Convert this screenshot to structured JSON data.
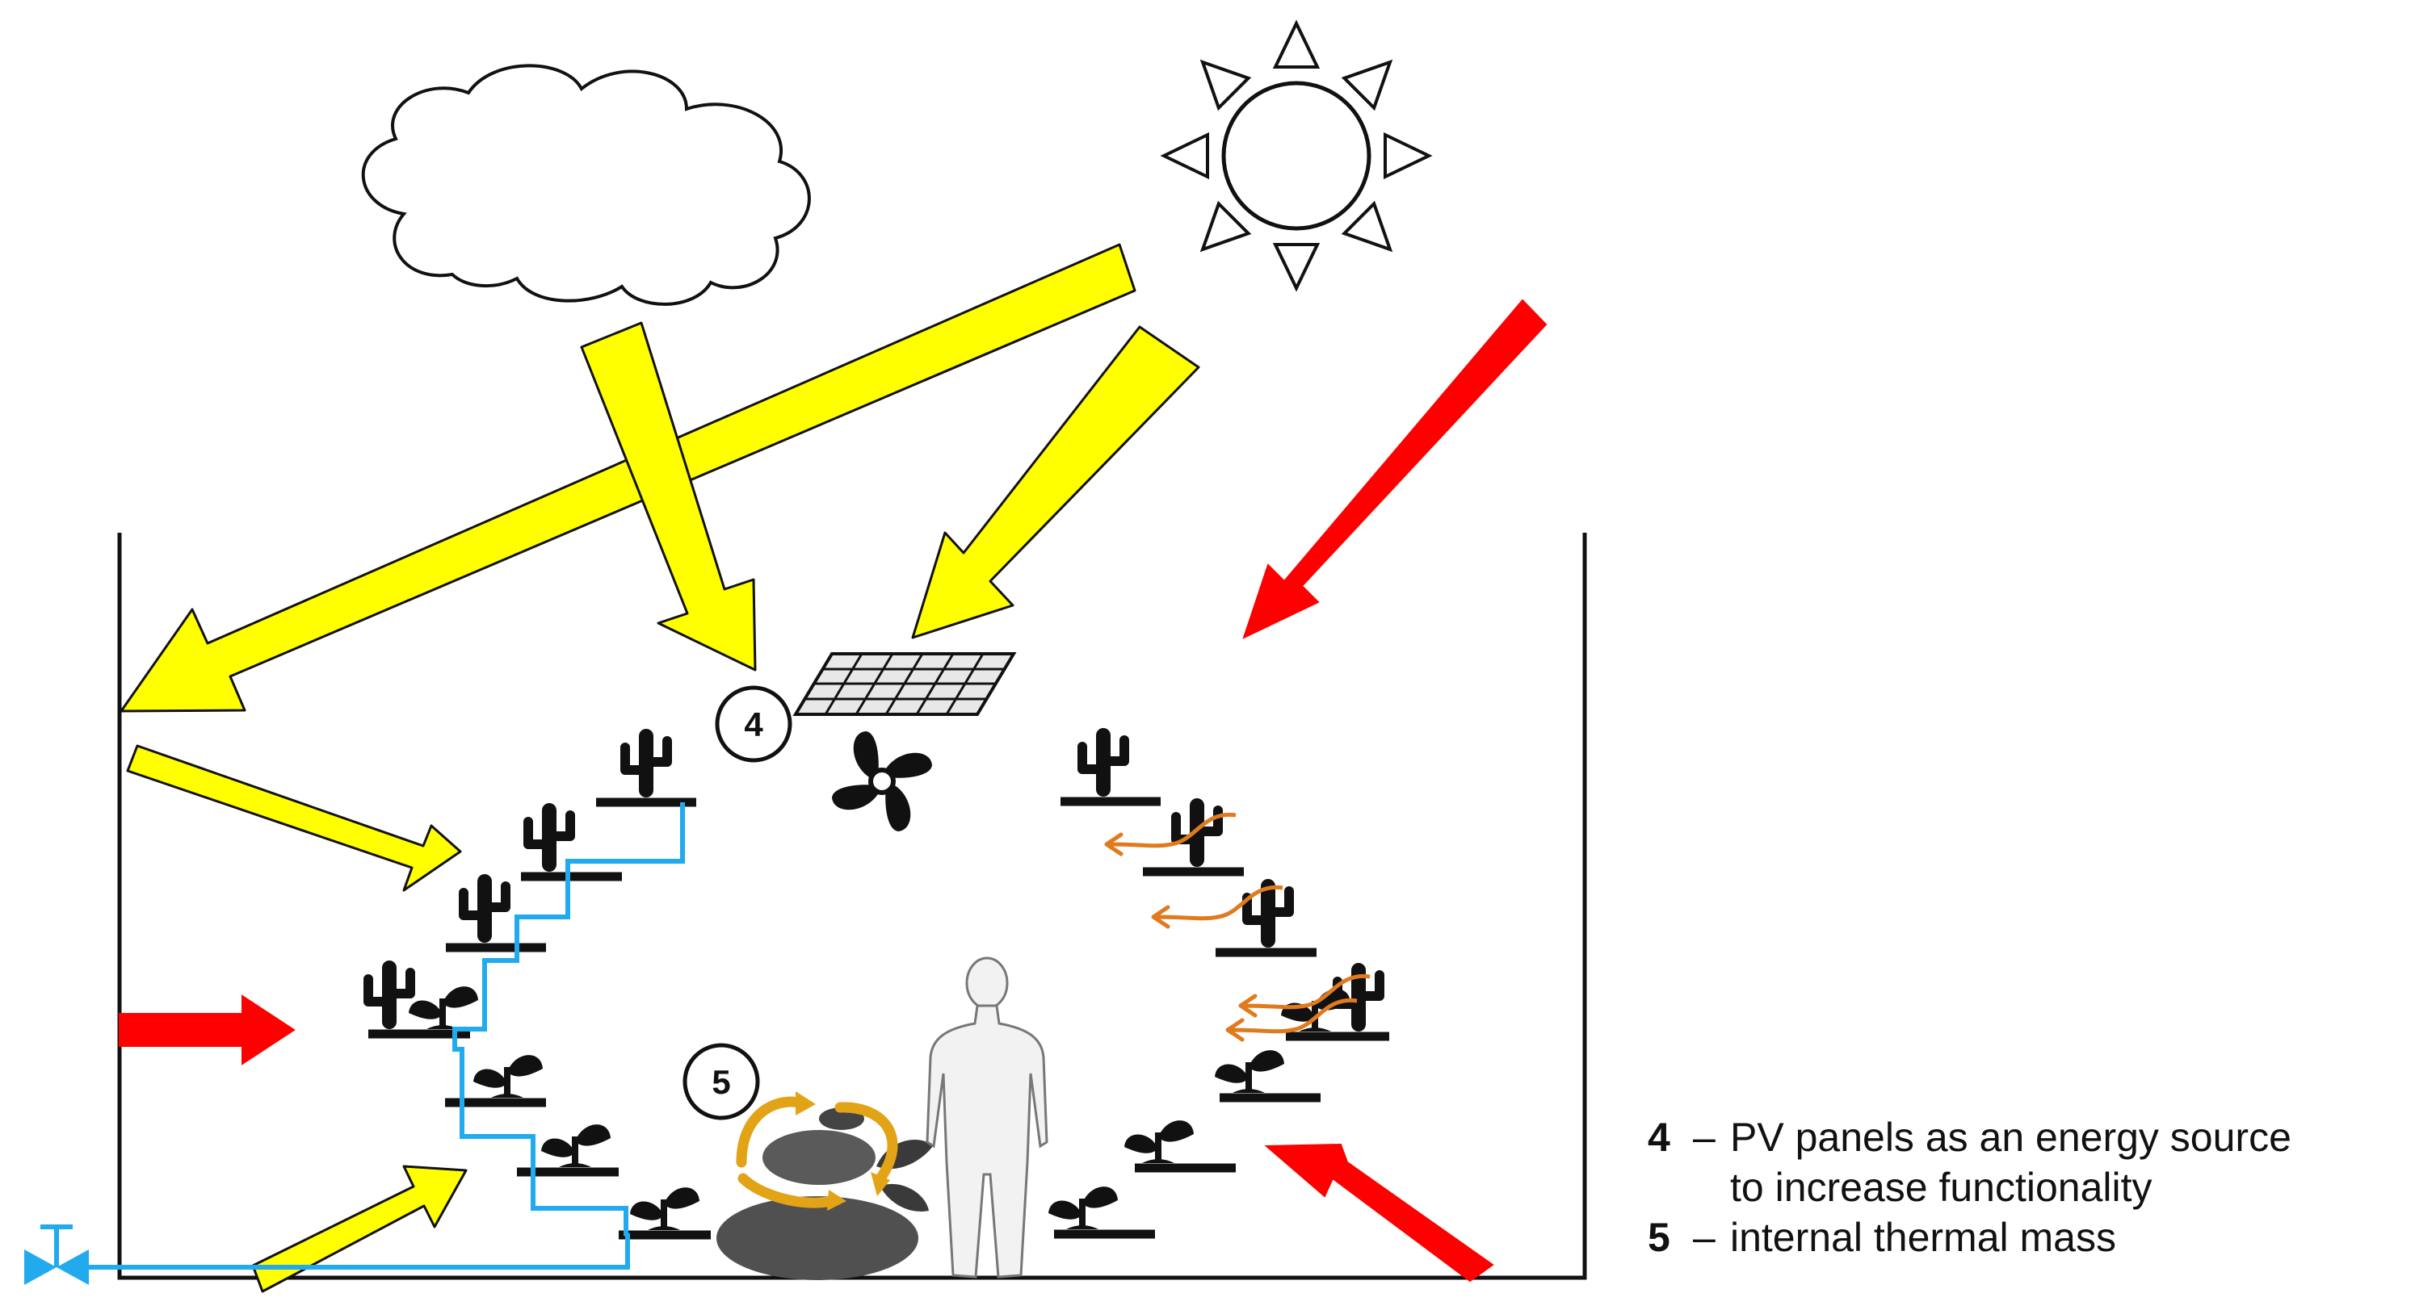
{
  "markers": {
    "pv_panels": "4",
    "thermal_mass": "5"
  },
  "legend": [
    {
      "number": "4",
      "dash": "–",
      "line1": "PV panels as an energy source",
      "line2": "to increase functionality"
    },
    {
      "number": "5",
      "dash": "–",
      "line1": "internal thermal mass",
      "line2": ""
    }
  ],
  "colors": {
    "solar_arrow": "#ffff00",
    "heat_arrow": "#ff0000",
    "water_pipe": "#22aaee",
    "airflow": "#e07a1f",
    "thermal_rotation": "#e3a316",
    "outline": "#111111"
  }
}
